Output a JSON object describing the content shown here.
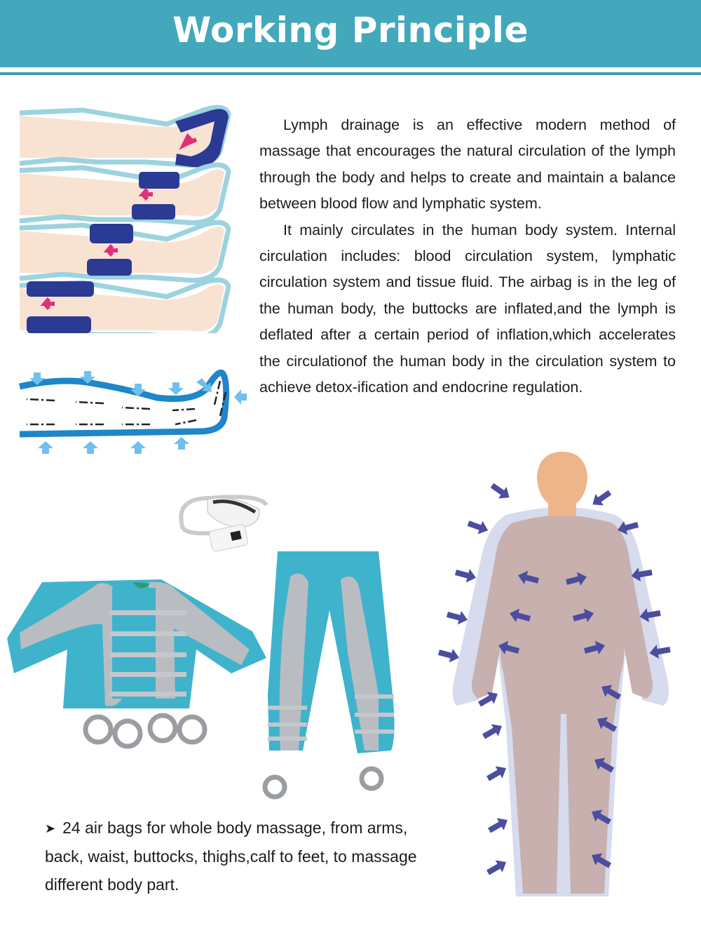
{
  "header": {
    "title": "Working Principle",
    "band_color": "#43A8BB"
  },
  "intro": {
    "paragraphs": [
      "Lymph drainage is an effective modern method of massage that encourages the natural circulation of the lymph through the body and helps to create and maintain a balance between blood flow and lymphatic system.",
      "It mainly circulates in the human body system. Internal circulation includes: blood circulation system, lymphatic circulation system and tissue fluid. The airbag is in the leg of the human body, the buttocks are inflated,and the lymph is deflated after a certain period of inflation,which accelerates the circulationof the human body in the circulation system to achieve detox-ification and endocrine regulation."
    ]
  },
  "illustrations": {
    "leg_sequence": {
      "icon": "leg-compression-sequence-icon",
      "steps": 4,
      "airbag_color": "#2B3A93",
      "arrow_color": "#E0307A"
    },
    "leg_flow": {
      "icon": "lymph-flow-diagram-icon",
      "wall_color": "#1F86C9",
      "pressure_arrow_color": "#6FC0EE"
    },
    "product_set": {
      "icon": "pressotherapy-suit-icon",
      "suit_color": "#3FB3CB",
      "airbag_color": "#B9BDC2"
    },
    "body_figure": {
      "icon": "body-compression-figure-icon",
      "arrow_color": "#4B4E9E"
    }
  },
  "feature": {
    "bullet": "➤",
    "text": "24 air bags for whole body massage, from arms, back, waist, buttocks, thighs,calf to feet, to massage different body part."
  }
}
